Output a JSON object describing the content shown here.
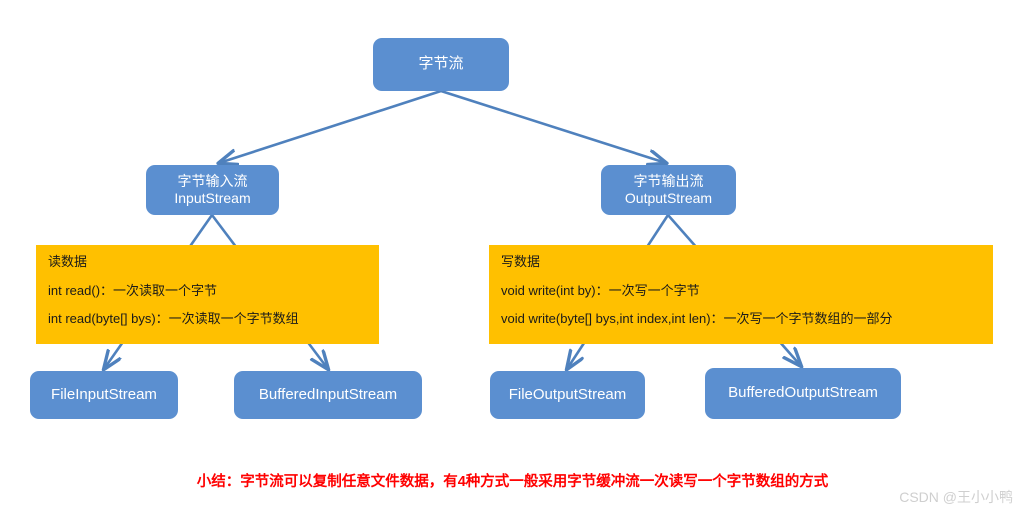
{
  "diagram": {
    "title_node": "字节流",
    "colors": {
      "node_blue": "#5b8fd0",
      "node_yellow": "#ffc000",
      "edge_blue": "#4f81bd",
      "summary_red": "#ff0000",
      "watermark_gray": "#cfcfcf",
      "background": "#ffffff"
    },
    "nodes": {
      "root": {
        "label": "字节流"
      },
      "input_stream": {
        "label_cn": "字节输入流",
        "label_en": "InputStream"
      },
      "output_stream": {
        "label_cn": "字节输出流",
        "label_en": "OutputStream"
      },
      "read_box": {
        "heading": "读数据",
        "lines": [
          "int read()：一次读取一个字节",
          "int read(byte[] bys)：一次读取一个字节数组"
        ]
      },
      "write_box": {
        "heading": "写数据",
        "lines": [
          "void write(int by)：一次写一个字节",
          "void write(byte[] bys,int index,int len)：一次写一个字节数组的一部分"
        ]
      },
      "file_input_stream": {
        "label": "FileInputStream"
      },
      "buffered_input_stream": {
        "label": "BufferedInputStream"
      },
      "file_output_stream": {
        "label": "FileOutputStream"
      },
      "buffered_output_stream": {
        "label": "BufferedOutputStream"
      }
    },
    "summary": "小结：字节流可以复制任意文件数据，有4种方式一般采用字节缓冲流一次读写一个字节数组的方式",
    "watermark": "CSDN @王小小鸭"
  }
}
